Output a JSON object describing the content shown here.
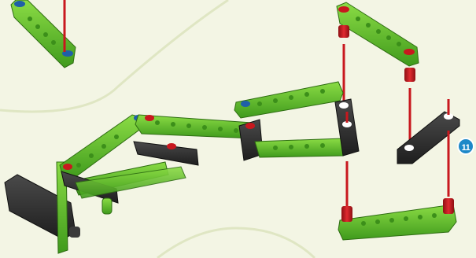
{
  "step": {
    "number": "11"
  },
  "colors": {
    "background": "#f3f5e4",
    "guide_curve": "#dfe6c3",
    "beam_green": "#62c52e",
    "beam_green_dark": "#3f8f1a",
    "beam_black": "#2d2d2d",
    "peg_red": "#c8181e",
    "peg_blue": "#1f5fa8",
    "badge_blue": "#1d88c8"
  },
  "parts": {
    "beams": [
      {
        "id": "beam-top-left",
        "color": "green"
      },
      {
        "id": "beam-top-right",
        "color": "green"
      },
      {
        "id": "beam-lower-right",
        "color": "green"
      },
      {
        "id": "beam-black-small-right",
        "color": "black"
      },
      {
        "id": "beam-black-left",
        "color": "black"
      },
      {
        "id": "beam-assembly-main",
        "color": "green"
      }
    ],
    "connectors": [
      {
        "id": "connector-red",
        "color": "red"
      },
      {
        "id": "connector-blue",
        "color": "blue"
      }
    ]
  }
}
